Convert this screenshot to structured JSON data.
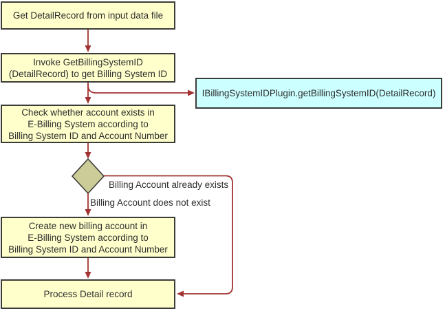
{
  "colors": {
    "page_bg": "#FFFFFF",
    "node_fill": "#FFFFCC",
    "callout_fill": "#CCFFFF",
    "decision_fill": "#CCCC99",
    "border": "#3B3B39",
    "arrow": "#A33332",
    "text": "#2D2D2D"
  },
  "nodes": {
    "get_detail_record": {
      "lines": [
        "Get DetailRecord from input data file"
      ]
    },
    "invoke_get_billing_system_id": {
      "lines": [
        "Invoke GetBillingSystemID",
        "(DetailRecord) to get Billing System ID"
      ]
    },
    "plugin_callout": {
      "lines": [
        "IBillingSystemIDPlugin.getBillingSystemID(DetailRecord)"
      ]
    },
    "check_account_exists": {
      "lines": [
        "Check whether account exists in",
        "E-Billing System according to",
        "Billing System ID and Account Number"
      ]
    },
    "create_billing_account": {
      "lines": [
        "Create new billing account in",
        "E-Billing System according to",
        "Billing System ID and Account Number"
      ]
    },
    "process_detail_record": {
      "lines": [
        "Process Detail record"
      ]
    }
  },
  "edge_labels": {
    "account_already_exists": "Billing Account already exists",
    "account_does_not_exist": "Billing Account does not exist"
  }
}
